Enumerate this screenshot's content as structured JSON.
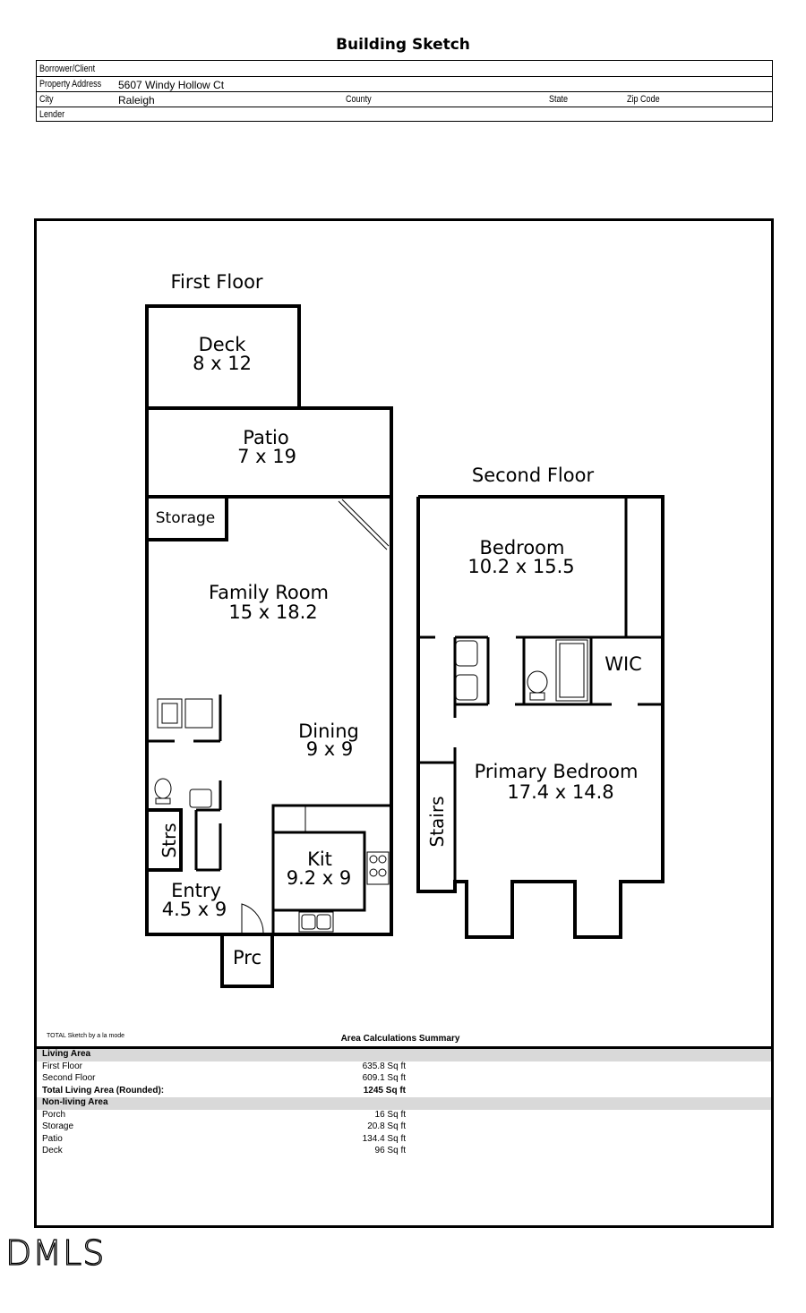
{
  "title": "Building Sketch",
  "header": {
    "borrower_label": "Borrower/Client",
    "property_label": "Property Address",
    "property_value": "5607 Windy Hollow Ct",
    "city_label": "City",
    "city_value": "Raleigh",
    "county_label": "County",
    "state_label": "State",
    "zip_label": "Zip Code",
    "lender_label": "Lender"
  },
  "plan": {
    "first_floor_label": "First Floor",
    "second_floor_label": "Second Floor",
    "rooms": {
      "deck_name": "Deck",
      "deck_dims": "8 x 12",
      "patio_name": "Patio",
      "patio_dims": "7 x 19",
      "storage_name": "Storage",
      "family_name": "Family Room",
      "family_dims": "15 x 18.2",
      "dining_name": "Dining",
      "dining_dims": "9 x 9",
      "strs_name": "Strs",
      "kit_name": "Kit",
      "kit_dims": "9.2 x 9",
      "entry_name": "Entry",
      "entry_dims": "4.5 x 9",
      "prc_name": "Prc",
      "bedroom_name": "Bedroom",
      "bedroom_dims": "10.2 x 15.5",
      "wic_name": "WIC",
      "primary_name": "Primary Bedroom",
      "primary_dims": "17.4 x 14.8",
      "stairs_name": "Stairs"
    }
  },
  "summary": {
    "credit": "TOTAL Sketch by a la mode",
    "title": "Area Calculations Summary",
    "living_label": "Living Area",
    "first_floor_label": "First Floor",
    "first_floor_value": "635.8 Sq ft",
    "second_floor_label": "Second Floor",
    "second_floor_value": "609.1 Sq ft",
    "total_label": "Total Living Area (Rounded):",
    "total_value": "1245 Sq ft",
    "nonliving_label": "Non-living Area",
    "porch_label": "Porch",
    "porch_value": "16 Sq ft",
    "storage_label": "Storage",
    "storage_value": "20.8 Sq ft",
    "patio_label": "Patio",
    "patio_value": "134.4 Sq ft",
    "deck_label": "Deck",
    "deck_value": "96 Sq ft"
  },
  "logo_text": "DMLS"
}
